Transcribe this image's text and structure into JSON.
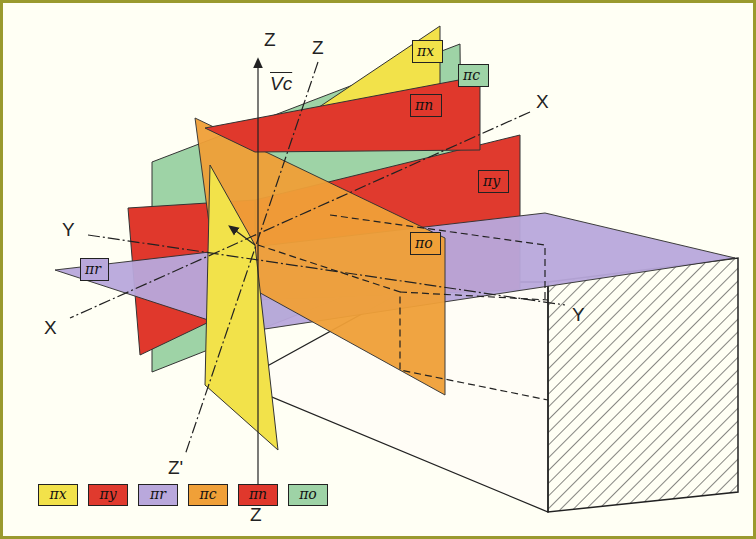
{
  "diagram": {
    "nodes": [
      {
        "text": [
          "πx"
        ]
      },
      {
        "text": [
          "πc"
        ]
      },
      {
        "text": [
          "πn"
        ]
      },
      {
        "text": [
          "πy"
        ]
      },
      {
        "text": [
          "πo"
        ]
      },
      {
        "text": [
          "πr"
        ]
      }
    ],
    "labels": [
      "Z",
      "Vc",
      "Z",
      "X",
      "Y",
      "X",
      "Z'",
      "Z",
      "Y"
    ],
    "legend": [
      {
        "text": "πx",
        "color": "#f2e24a"
      },
      {
        "text": "πy",
        "color": "#e03a2e"
      },
      {
        "text": "πr",
        "color": "#b9a8dc"
      },
      {
        "text": "πc",
        "color": "#f0a038"
      },
      {
        "text": "πn",
        "color": "#e0382c"
      },
      {
        "text": "πo",
        "color": "#9ed3a6"
      }
    ]
  }
}
